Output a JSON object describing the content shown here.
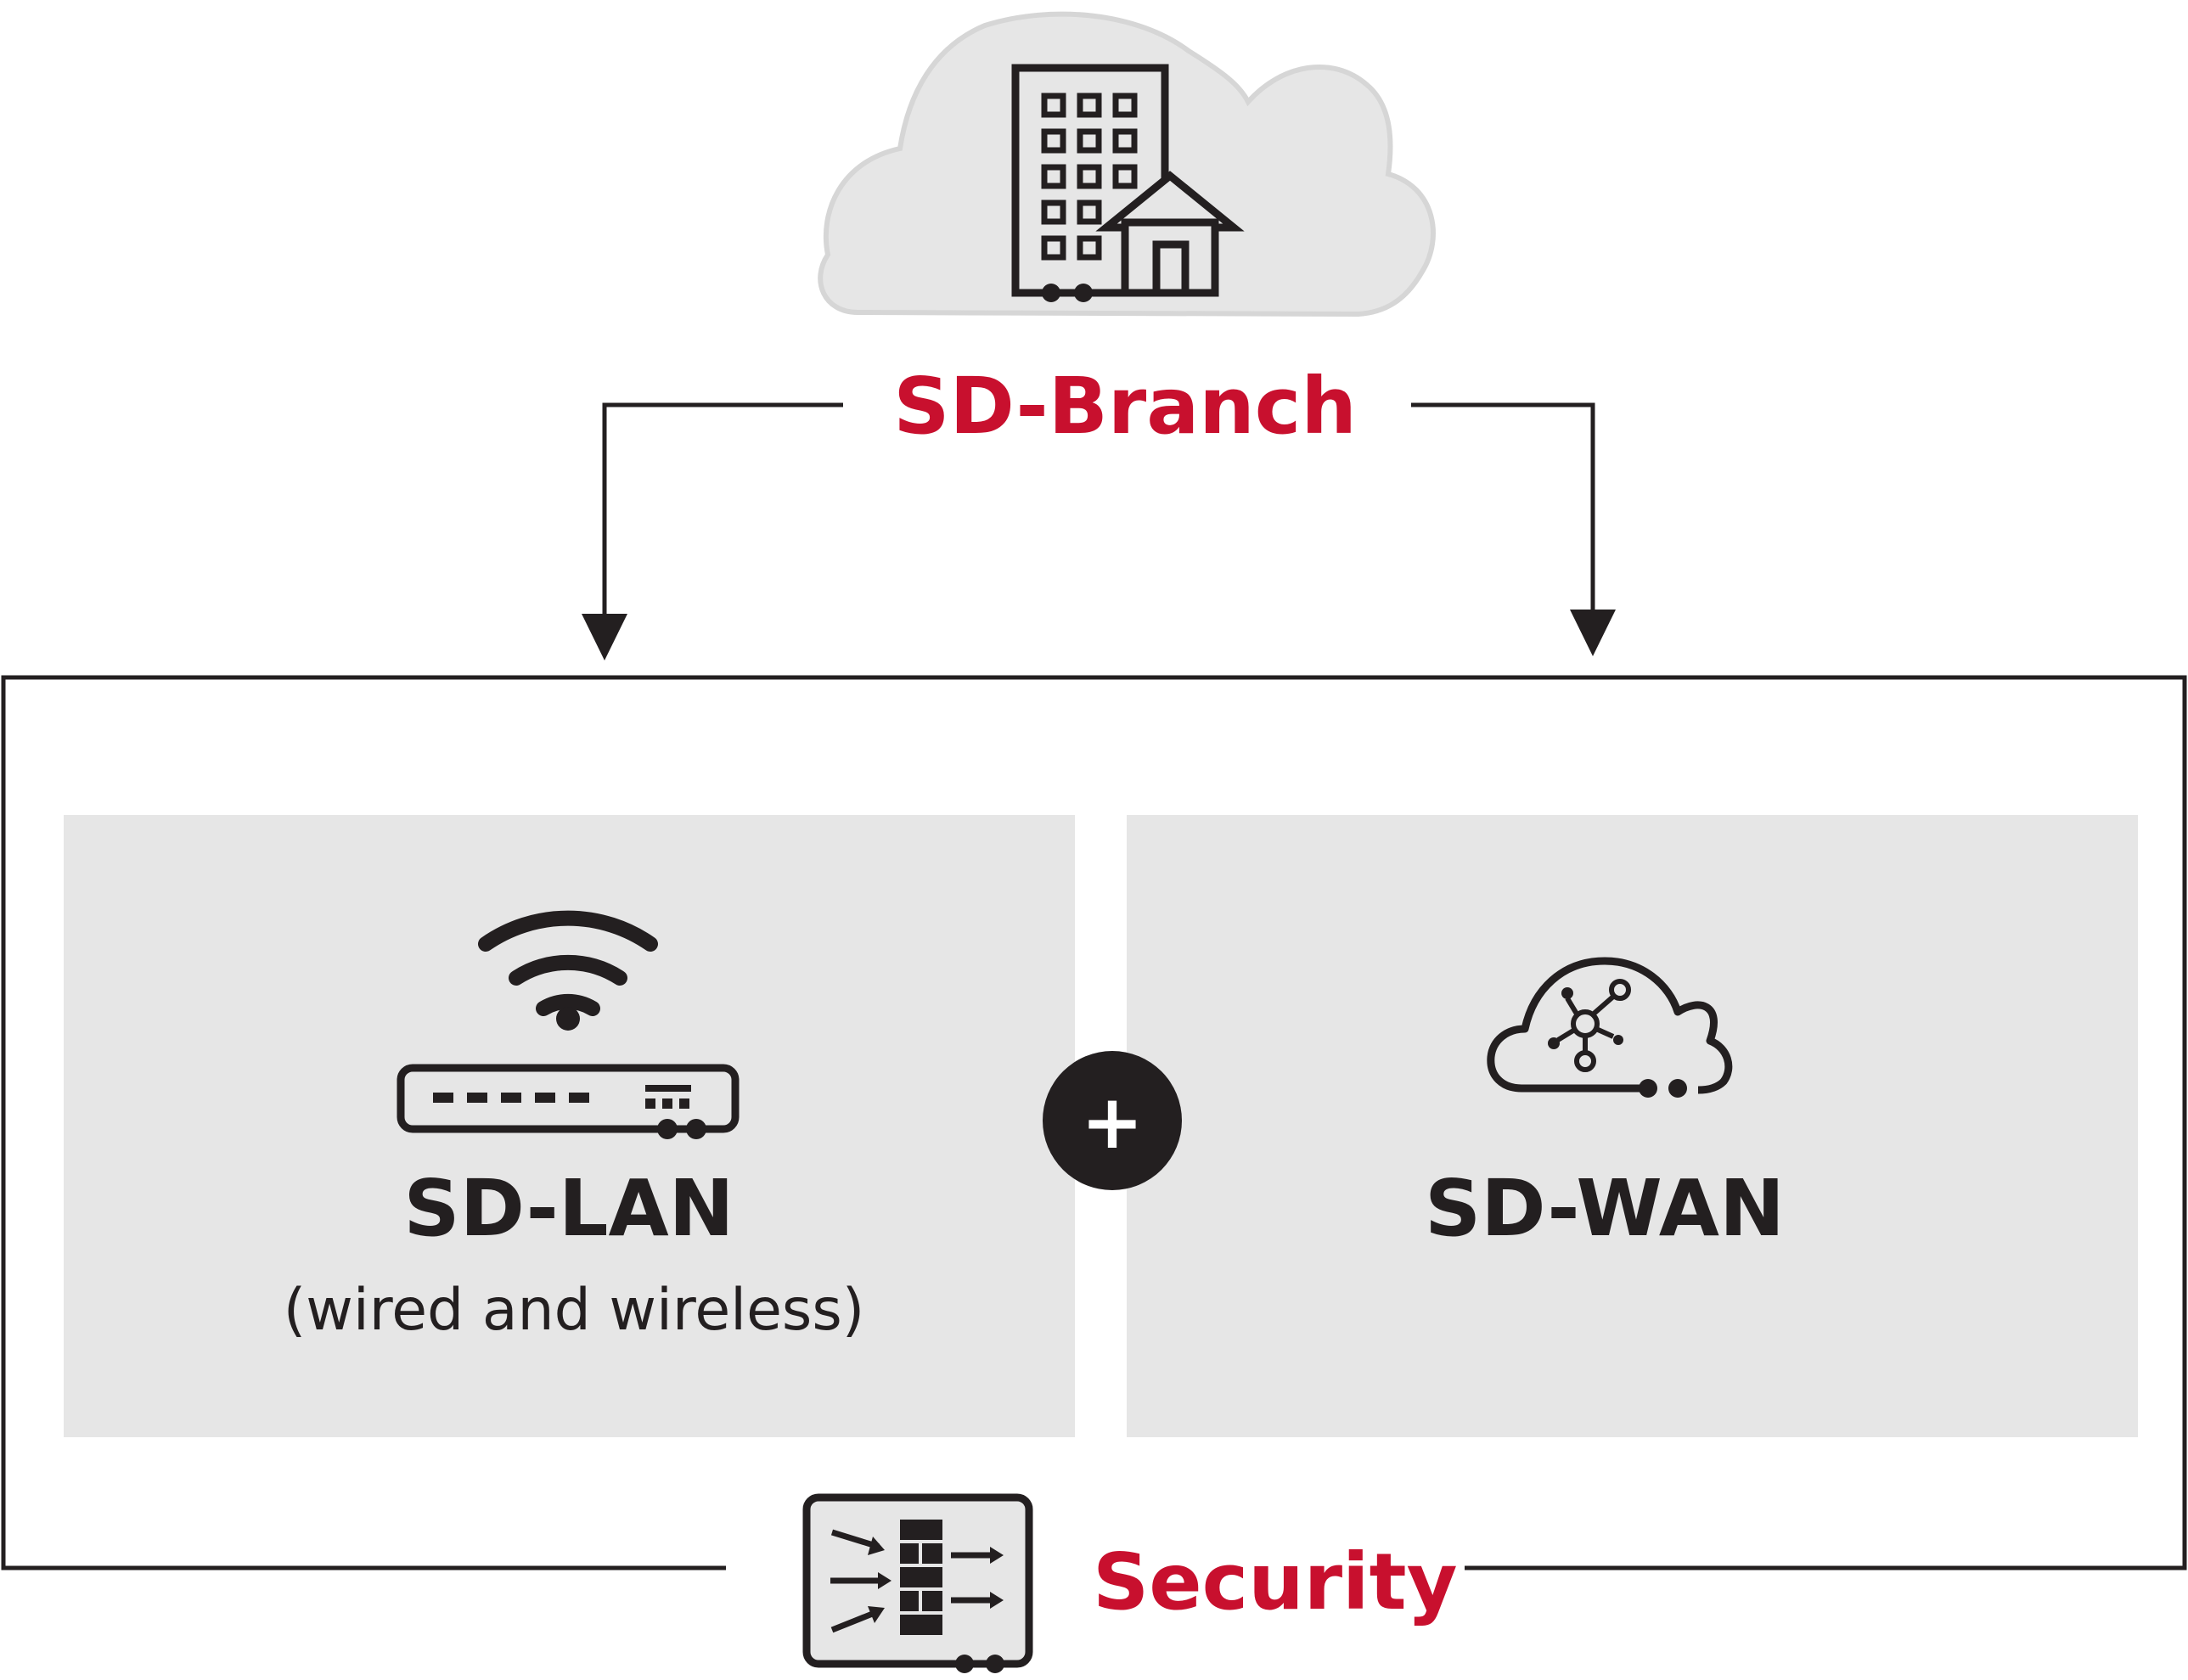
{
  "title": "SD-Branch",
  "lan": {
    "label": "SD-LAN",
    "sublabel": "(wired and wireless)"
  },
  "wan": {
    "label": "SD-WAN"
  },
  "plus": "+",
  "security": {
    "label": "Security"
  },
  "colors": {
    "accent": "#c8102e",
    "dark": "#231f20",
    "panel": "#e6e6e6",
    "cloud_fill": "#e6e6e6",
    "cloud_stroke": "#d6d6d6",
    "frame": "#231f20"
  },
  "icons": {
    "top": "building-house-icon",
    "lan": "wifi-router-icon",
    "wan": "cloud-network-icon",
    "security": "firewall-icon"
  }
}
